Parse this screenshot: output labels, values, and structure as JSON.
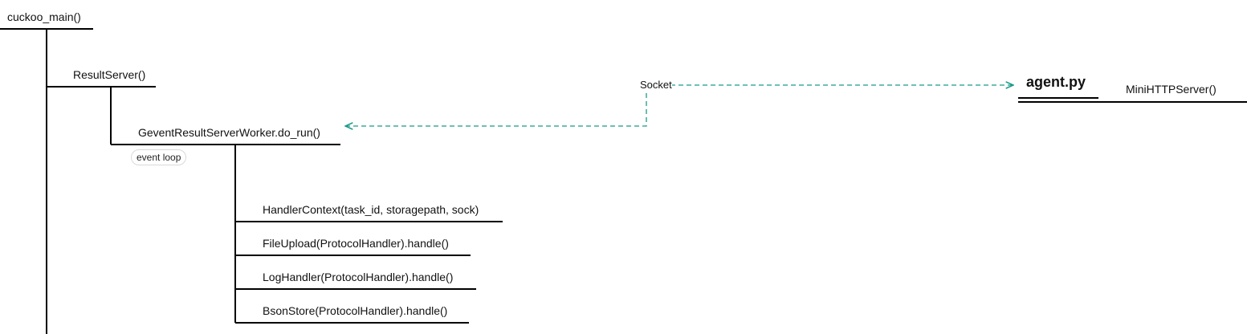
{
  "nodes": {
    "cuckoo_main": "cuckoo_main()",
    "result_server": "ResultServer()",
    "gevent_worker": "GeventResultServerWorker.do_run()",
    "handler_context": "HandlerContext(task_id, storagepath, sock)",
    "file_upload": "FileUpload(ProtocolHandler).handle()",
    "log_handler": "LogHandler(ProtocolHandler).handle()",
    "bson_store": "BsonStore(ProtocolHandler).handle()",
    "agent": "agent.py",
    "mini_http_server": "MiniHTTPServer()"
  },
  "annotations": {
    "event_loop": "event loop",
    "socket": "Socket"
  },
  "colors": {
    "line": "#000000",
    "connector": "#1a9a8a"
  }
}
